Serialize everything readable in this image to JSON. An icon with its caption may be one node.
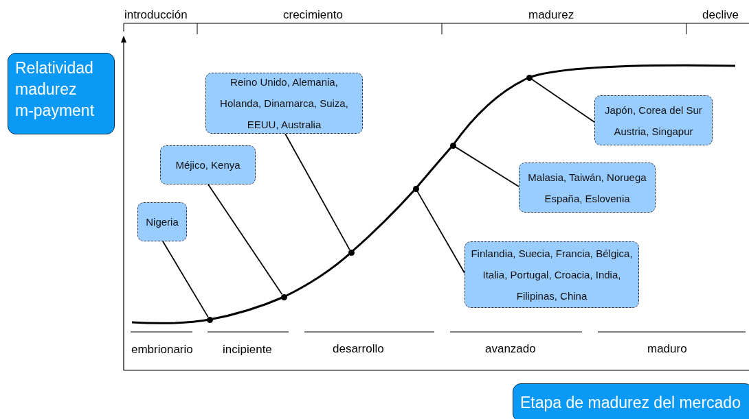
{
  "diagram": {
    "nodes": [
      {
        "text": [
          "Reino Unido, Alemania, Holanda, Dinamarca, Suiza, EEUU, Australia"
        ]
      },
      {
        "text": [
          "Japón, Corea del Sur Austria, Singapur"
        ]
      },
      {
        "text": [
          "Méjico, Kenya"
        ]
      },
      {
        "text": [
          "Malasia, Taiwán, Noruega España, Eslovenia"
        ]
      },
      {
        "text": [
          "Nigeria"
        ]
      },
      {
        "text": [
          "Finlandia, Suecia, Francia, Bélgica, Italia, Portugal, Croacia, India, Filipinas, China"
        ]
      },
      {
        "text": [],
        "shape": "circle"
      },
      {
        "text": [],
        "shape": "circle"
      },
      {
        "text": [],
        "shape": "circle"
      },
      {
        "text": [],
        "shape": "circle"
      },
      {
        "text": [],
        "shape": "circle"
      },
      {
        "text": [],
        "shape": "circle"
      }
    ],
    "edges": [
      {
        "from": 4,
        "to": 6,
        "arrow": "none"
      },
      {
        "from": 2,
        "to": 7,
        "arrow": "none"
      },
      {
        "from": 0,
        "to": 8,
        "arrow": "none"
      },
      {
        "from": 5,
        "to": 9,
        "arrow": "none"
      },
      {
        "from": 3,
        "to": 10,
        "arrow": "none"
      },
      {
        "from": 1,
        "to": 11,
        "arrow": "none"
      }
    ],
    "labels": [
      "introducción",
      "crecimiento",
      "madurez",
      "declive",
      "Relatividad madurez m-payment",
      "embrionario",
      "incipiente",
      "desarrollo",
      "avanzado",
      "maduro",
      "Etapa de madurez del mercado"
    ]
  }
}
